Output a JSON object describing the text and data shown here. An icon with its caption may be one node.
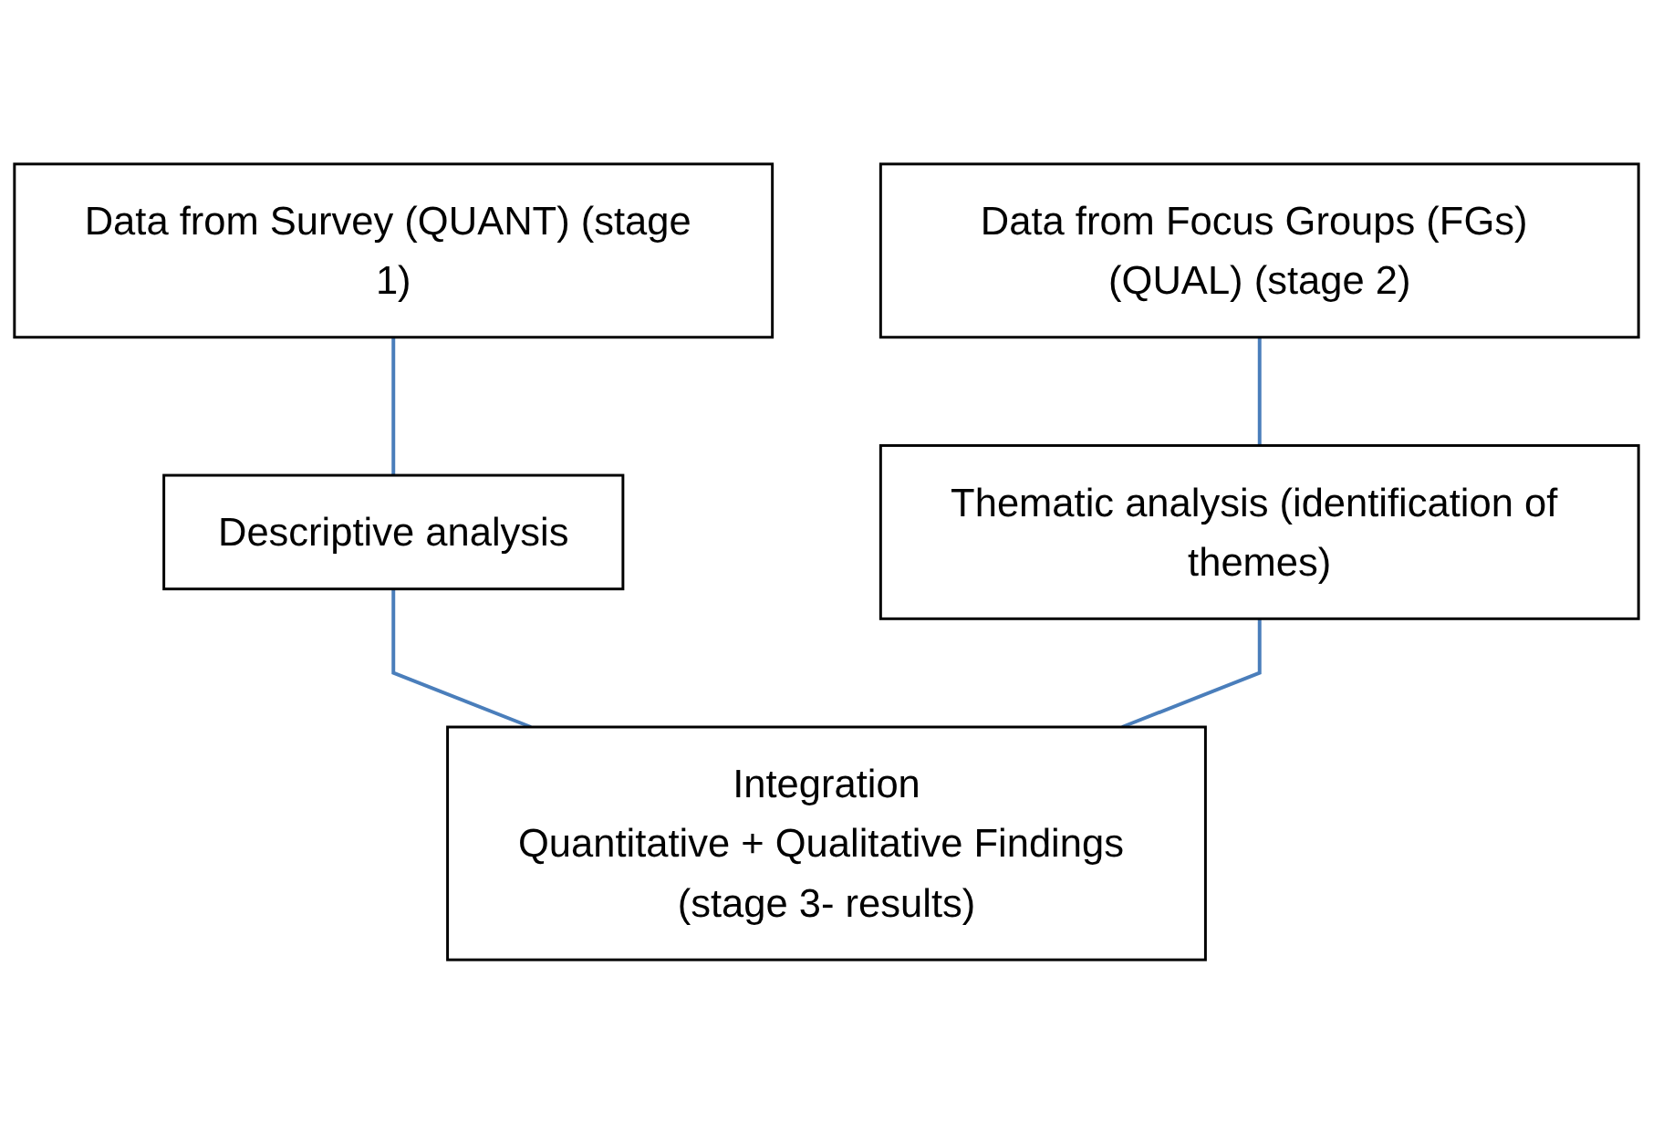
{
  "diagram": {
    "nodes": [
      {
        "text": [
          "Data from Survey (QUANT) (stage 1)"
        ]
      },
      {
        "text": [
          "Data from Focus Groups (FGs) (QUAL) (stage 2)"
        ]
      },
      {
        "text": [
          "Descriptive analysis"
        ]
      },
      {
        "text": [
          "Thematic analysis (identification of themes)"
        ]
      },
      {
        "text": [
          "Integration",
          "Quantitative + Qualitative Findings (stage 3- results)"
        ]
      }
    ],
    "edges": [
      {
        "from": 0,
        "to": 2,
        "arrow": "none"
      },
      {
        "from": 1,
        "to": 3,
        "arrow": "none"
      },
      {
        "from": 2,
        "to": 4,
        "arrow": "none"
      },
      {
        "from": 3,
        "to": 4,
        "arrow": "none"
      }
    ]
  }
}
